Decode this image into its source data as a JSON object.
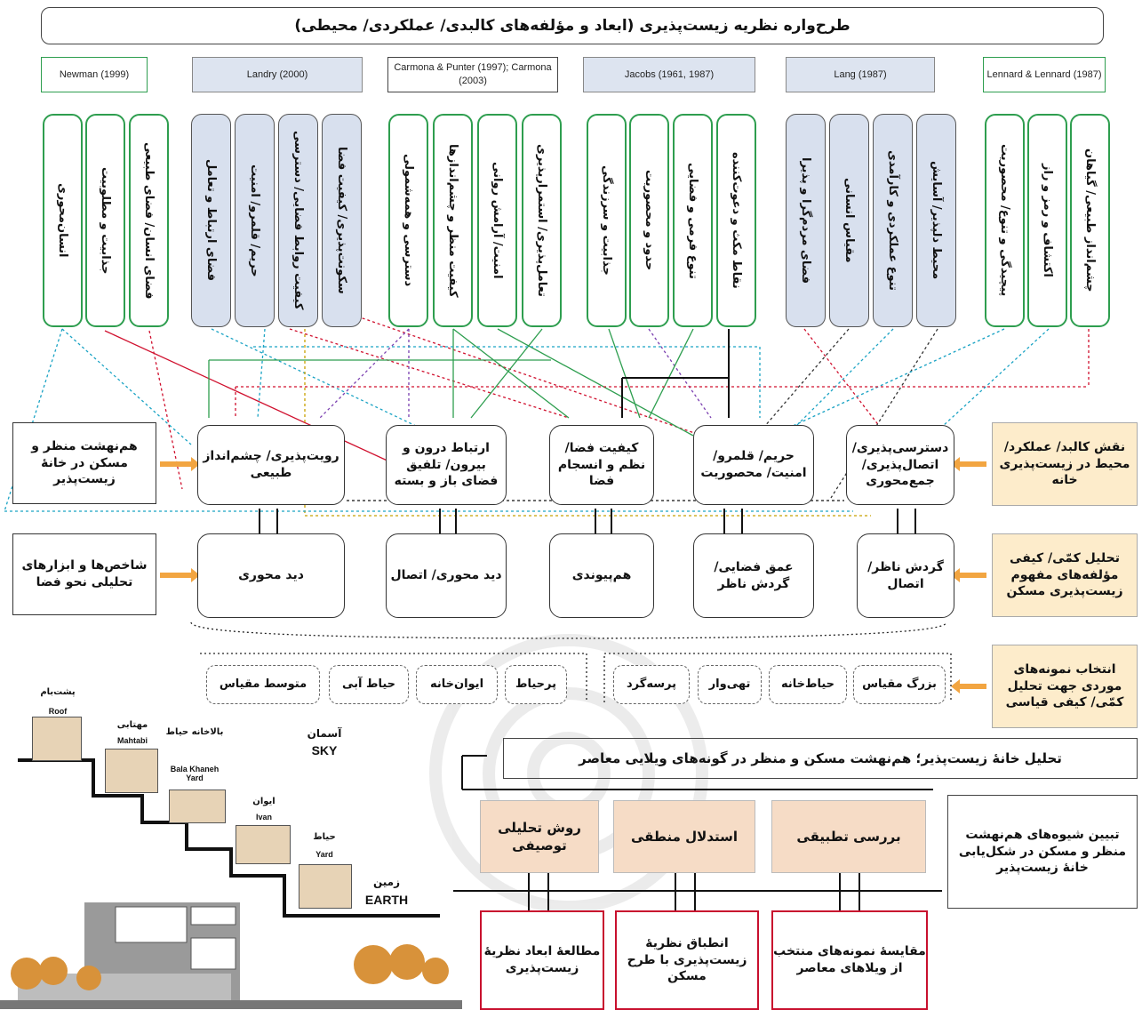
{
  "title": "طرح‌واره نظریه زیست‌پذیری (ابعاد و مؤلفه‌های کالبدی/ عملکردی/ محیطی)",
  "sources": [
    {
      "label": "Newman (1999)",
      "style": "green"
    },
    {
      "label": "Landry (2000)",
      "style": "blue"
    },
    {
      "label": "Carmona & Punter (1997); Carmona (2003)",
      "style": "white"
    },
    {
      "label": "Jacobs (1961, 1987)",
      "style": "blue"
    },
    {
      "label": "Lang (1987)",
      "style": "blue"
    },
    {
      "label": "Lennard & Lennard (1987)",
      "style": "green"
    }
  ],
  "factors": [
    "انسان‌محوری",
    "جذابیت و مطلوبیت",
    "فضای انسان/ فضای طبیعی",
    "فضای ارتباط و تعامل",
    "حریم/ قلمرو/ امنیت",
    "کیفیت روابط فضایی/ دسترسی",
    "سکونت‌پذیری/ کیفیت فضا",
    "دسترسی و همه‌شمولی",
    "کیفیت منظر و چشم‌اندازها",
    "امنیت/ آرامش روانی",
    "تعامل‌پذیری/ استمرارپذیری",
    "جذابیت و سرزندگی",
    "حدود و محصوریت",
    "تنوع فرمی و فضایی",
    "نقاط مکث و دعوت‌کننده",
    "فضای مردم‌گرا و پذیرا",
    "مقیاس انسانی",
    "تنوع عملکردی و کارآمدی",
    "محیط دلپذیر/ آسایش",
    "پیچیدگی و تنوع/ محصوریت",
    "اکتشاف و رمز و راز",
    "چشم‌انداز طبیعی/ گیاهان"
  ],
  "mid_row": [
    "رویت‌پذیری/ چشم‌انداز طبیعی",
    "ارتباط درون و بیرون/ تلفیق فضای باز و بسته",
    "کیفیت فضا/ نظم و انسجام فضا",
    "حریم/ قلمرو/ امنیت/ محصوریت",
    "دسترسی‌پذیری/ اتصال‌پذیری/ جمع‌محوری"
  ],
  "analysis_row": [
    "دید محوری",
    "دید محوری/ اتصال",
    "هم‌پیوندی",
    "عمق فضایی/ گردش ناظر",
    "گردش ناظر/ اتصال"
  ],
  "left_boxes": {
    "top": "هم‌نهشت منظر و مسکن در خانهٔ زیست‌پذیر",
    "bottom": "شاخص‌ها و ابزارهای تحلیلی نحو فضا"
  },
  "right_boxes": {
    "top": "نقش کالبد/ عملکرد/ محیط در زیست‌پذیری خانه",
    "middle": "تحلیل کمّی/ کیفی مؤلفه‌های مفهوم زیست‌پذیری مسکن",
    "bottom": "انتخاب نمونه‌های موردی جهت تحلیل کمّی/ کیفی قیاسی"
  },
  "scale_items": [
    "متوسط مقیاس",
    "حیاط آبی",
    "ایوان‌خانه",
    "پرحیاط",
    "پرسه‌گرد",
    "تهی‌وار",
    "حیاط‌خانه",
    "بزرگ مقیاس"
  ],
  "analysis_title": "تحلیل خانهٔ زیست‌پذیر؛ هم‌نهشت مسکن و منظر در گونه‌های ویلایی معاصر",
  "methods": [
    "روش تحلیلی توصیفی",
    "استدلال منطقی",
    "بررسی تطبیقی"
  ],
  "explain_box": "تبیین شیوه‌های هم‌نهشت منظر و مسکن در شکل‌یابی خانهٔ زیست‌پذیر",
  "outcomes": [
    "مطالعهٔ ابعاد نظریهٔ زیست‌پذیری",
    "انطباق نظریهٔ زیست‌پذیری با طرح مسکن",
    "مقایسهٔ نمونه‌های منتخب از ویلاهای معاصر"
  ],
  "stair_labels": {
    "roof_fa": "پشت‌بام",
    "roof_en": "Roof",
    "mahtabi_fa": "مهتابی",
    "mahtabi_en": "Mahtabi",
    "bala_fa": "بالاخانه حیاط",
    "bala_en": "Bala Khaneh Yard",
    "ivan_fa": "ایوان",
    "ivan_en": "Ivan",
    "yard_fa": "حیاط",
    "yard_en": "Yard",
    "sky_fa": "آسمان",
    "sky_en": "SKY",
    "earth_fa": "زمین",
    "earth_en": "EARTH"
  },
  "colors": {
    "green": "#2e9e4f",
    "blue_fill": "#d8e0ee",
    "cream": "#fdeccb",
    "peach": "#f6dcc6",
    "red": "#c8102e",
    "arrow_orange": "#f2a541"
  }
}
